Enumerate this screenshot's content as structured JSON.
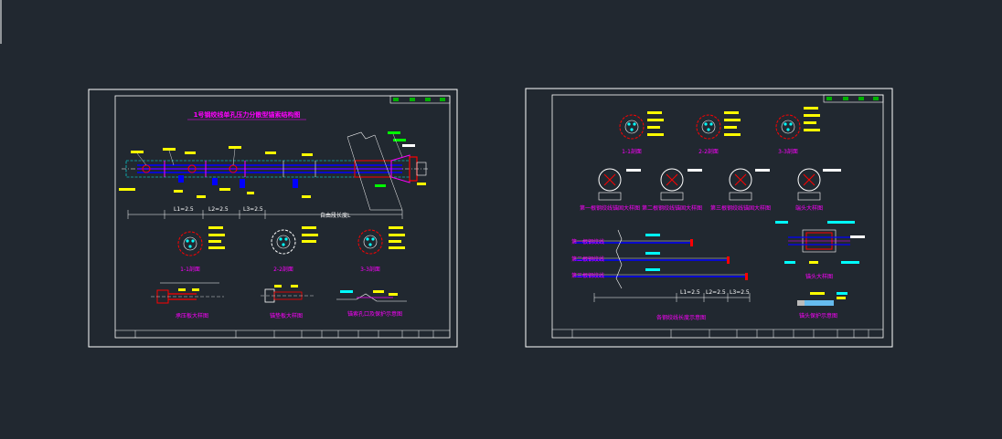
{
  "colors": {
    "background": "#212830",
    "sheet_border": "#ffffff",
    "label_fill": "#ffff00",
    "accent_magenta": "#ff00ff",
    "accent_cyan": "#00ffff",
    "accent_red": "#ff0000",
    "accent_blue": "#0000ff",
    "accent_green": "#00ff00",
    "title_block_green": "#00b000"
  },
  "sheet1": {
    "title": "1号钢绞线单孔压力分散型锚索结构图",
    "section_labels": [
      "1-1剖面",
      "2-2剖面",
      "3-3剖面"
    ],
    "detail_labels": [
      "承压板大样图",
      "锚垫板大样图",
      "锚索孔口及保护示意图"
    ],
    "dim_labels": [
      "L1=2.5",
      "L2=2.5",
      "L3=2.5"
    ],
    "free_length_label": "自由段长度L"
  },
  "sheet2": {
    "section_labels": [
      "1-1剖面",
      "2-2剖面",
      "3-3剖面"
    ],
    "lower_section_labels": [
      "第一根钢绞线锚固大样图",
      "第二根钢绞线锚固大样图",
      "第三根钢绞线锚固大样图",
      "端头大样图"
    ],
    "strand_labels": [
      "第一根钢绞线",
      "第二根钢绞线",
      "第三根钢绞线"
    ],
    "layout_title": "各钢绞线长度示意图",
    "anchor_detail_label": "锚头大样图",
    "head_protection_label": "锚头保护示意图",
    "dim_labels": [
      "L1=2.5",
      "L2=2.5",
      "L3=2.5"
    ]
  }
}
